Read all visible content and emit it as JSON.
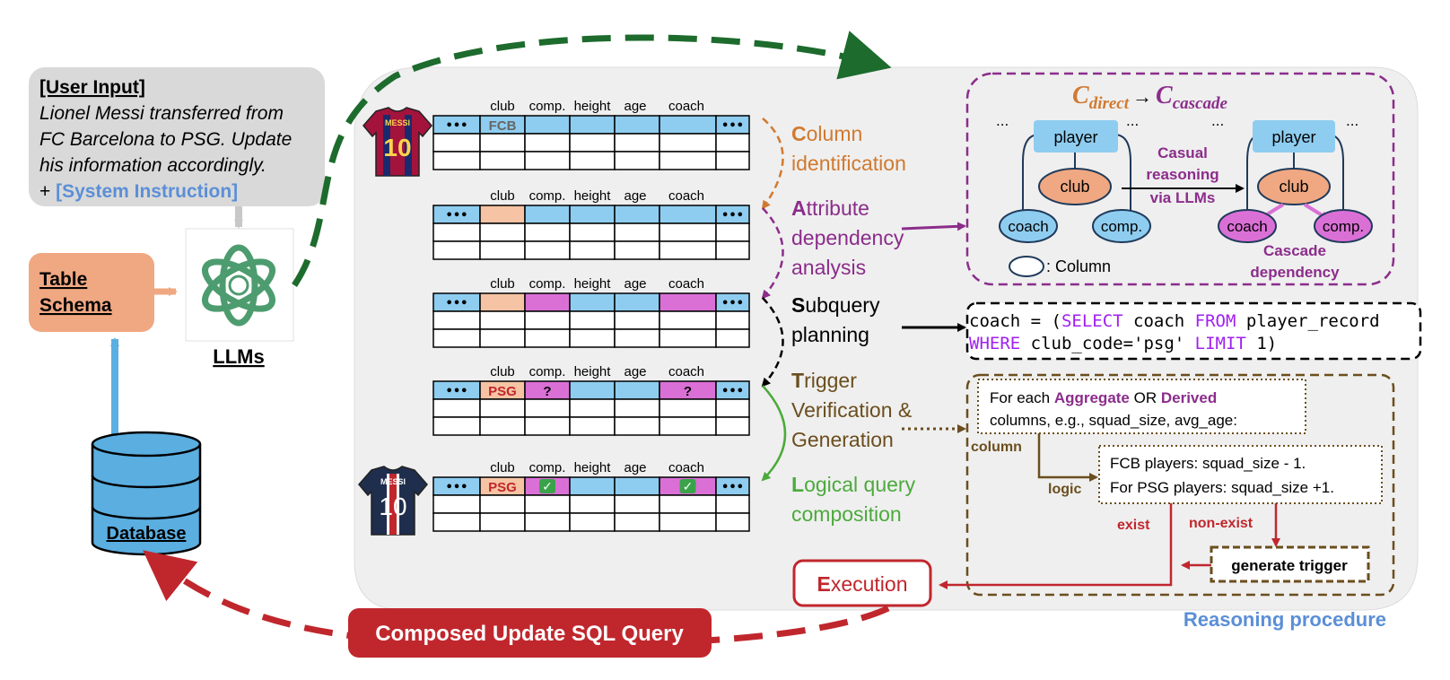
{
  "user_input": {
    "heading": "[User Input]",
    "lines": [
      "Lionel Messi transferred from",
      "FC Barcelona to PSG. Update",
      "his information accordingly."
    ],
    "plus": "+ ",
    "system_instruction": "[System Instruction]"
  },
  "table_schema": {
    "line1": "Table",
    "line2": "Schema"
  },
  "llms_label": "LLMs",
  "database_label": "Database",
  "composed_query": "Composed Update SQL Query",
  "execution": {
    "first": "E",
    "rest": "xecution"
  },
  "tables": {
    "headers": [
      "club",
      "comp.",
      "height",
      "age",
      "coach"
    ],
    "ellipsis": "•••",
    "fcb": "FCB",
    "psg": "PSG",
    "question": "?",
    "check": "✓",
    "jersey_name": "MESSI",
    "jersey_number": "10"
  },
  "steps": [
    {
      "initial": "C",
      "rest": "olumn",
      "line2": "identification",
      "color": "#d07a30"
    },
    {
      "initial": "A",
      "rest": "ttribute",
      "line2": "dependency",
      "line3": "analysis",
      "color": "#8b2d8b"
    },
    {
      "initial": "S",
      "rest": "ubquery",
      "line2": "planning",
      "color": "#000000"
    },
    {
      "initial": "T",
      "rest": "rigger",
      "line2": "Verification &",
      "line3": "Generation",
      "color": "#6b4e1e"
    },
    {
      "initial": "L",
      "rest": "ogical query",
      "line2": "composition",
      "color": "#4caa3c"
    }
  ],
  "dependency_panel": {
    "title_c1": "C",
    "title_sub1": "direct",
    "title_arrow": "→",
    "title_c2": "C",
    "title_sub2": "cascade",
    "ellipsis": "...",
    "player": "player",
    "club": "club",
    "coach": "coach",
    "comp": "comp.",
    "casual": [
      "Casual",
      "reasoning",
      "via LLMs"
    ],
    "cascade": [
      "Cascade",
      "dependency"
    ],
    "legend": ": Column"
  },
  "sql": {
    "line1": [
      {
        "text": "coach = (",
        "kind": "plain"
      },
      {
        "text": "SELECT",
        "kind": "kw"
      },
      {
        "text": " coach ",
        "kind": "plain"
      },
      {
        "text": "FROM",
        "kind": "kw"
      },
      {
        "text": " player_record",
        "kind": "plain"
      }
    ],
    "line2": [
      {
        "text": "WHERE",
        "kind": "kw"
      },
      {
        "text": " club_code='psg' ",
        "kind": "plain"
      },
      {
        "text": "LIMIT",
        "kind": "kw"
      },
      {
        "text": " 1)",
        "kind": "plain"
      }
    ]
  },
  "trigger_panel": {
    "for_each": "For each ",
    "aggregate": "Aggregate",
    "or": " OR ",
    "derived": "Derived",
    "columns_line": "columns, e.g., squad_size, avg_age:",
    "column_label": "column",
    "logic_label": "logic",
    "fcb_line": "FCB players: squad_size - 1.",
    "psg_line": "For PSG players: squad_size +1.",
    "exist": "exist",
    "non_exist": "non-exist",
    "generate": "generate trigger"
  },
  "reasoning_label": "Reasoning procedure",
  "colors": {
    "cell_blue": "#8ecdf0",
    "cell_peach": "#f6c4a4",
    "cell_pink": "#da70d6",
    "purple": "#8b2d8b",
    "orange": "#d07a30",
    "brown": "#6b4e1e",
    "green": "#4caa3c",
    "red": "#c0272d",
    "dark_green": "#1d6b2d",
    "light_blue": "#5b8fd6"
  }
}
